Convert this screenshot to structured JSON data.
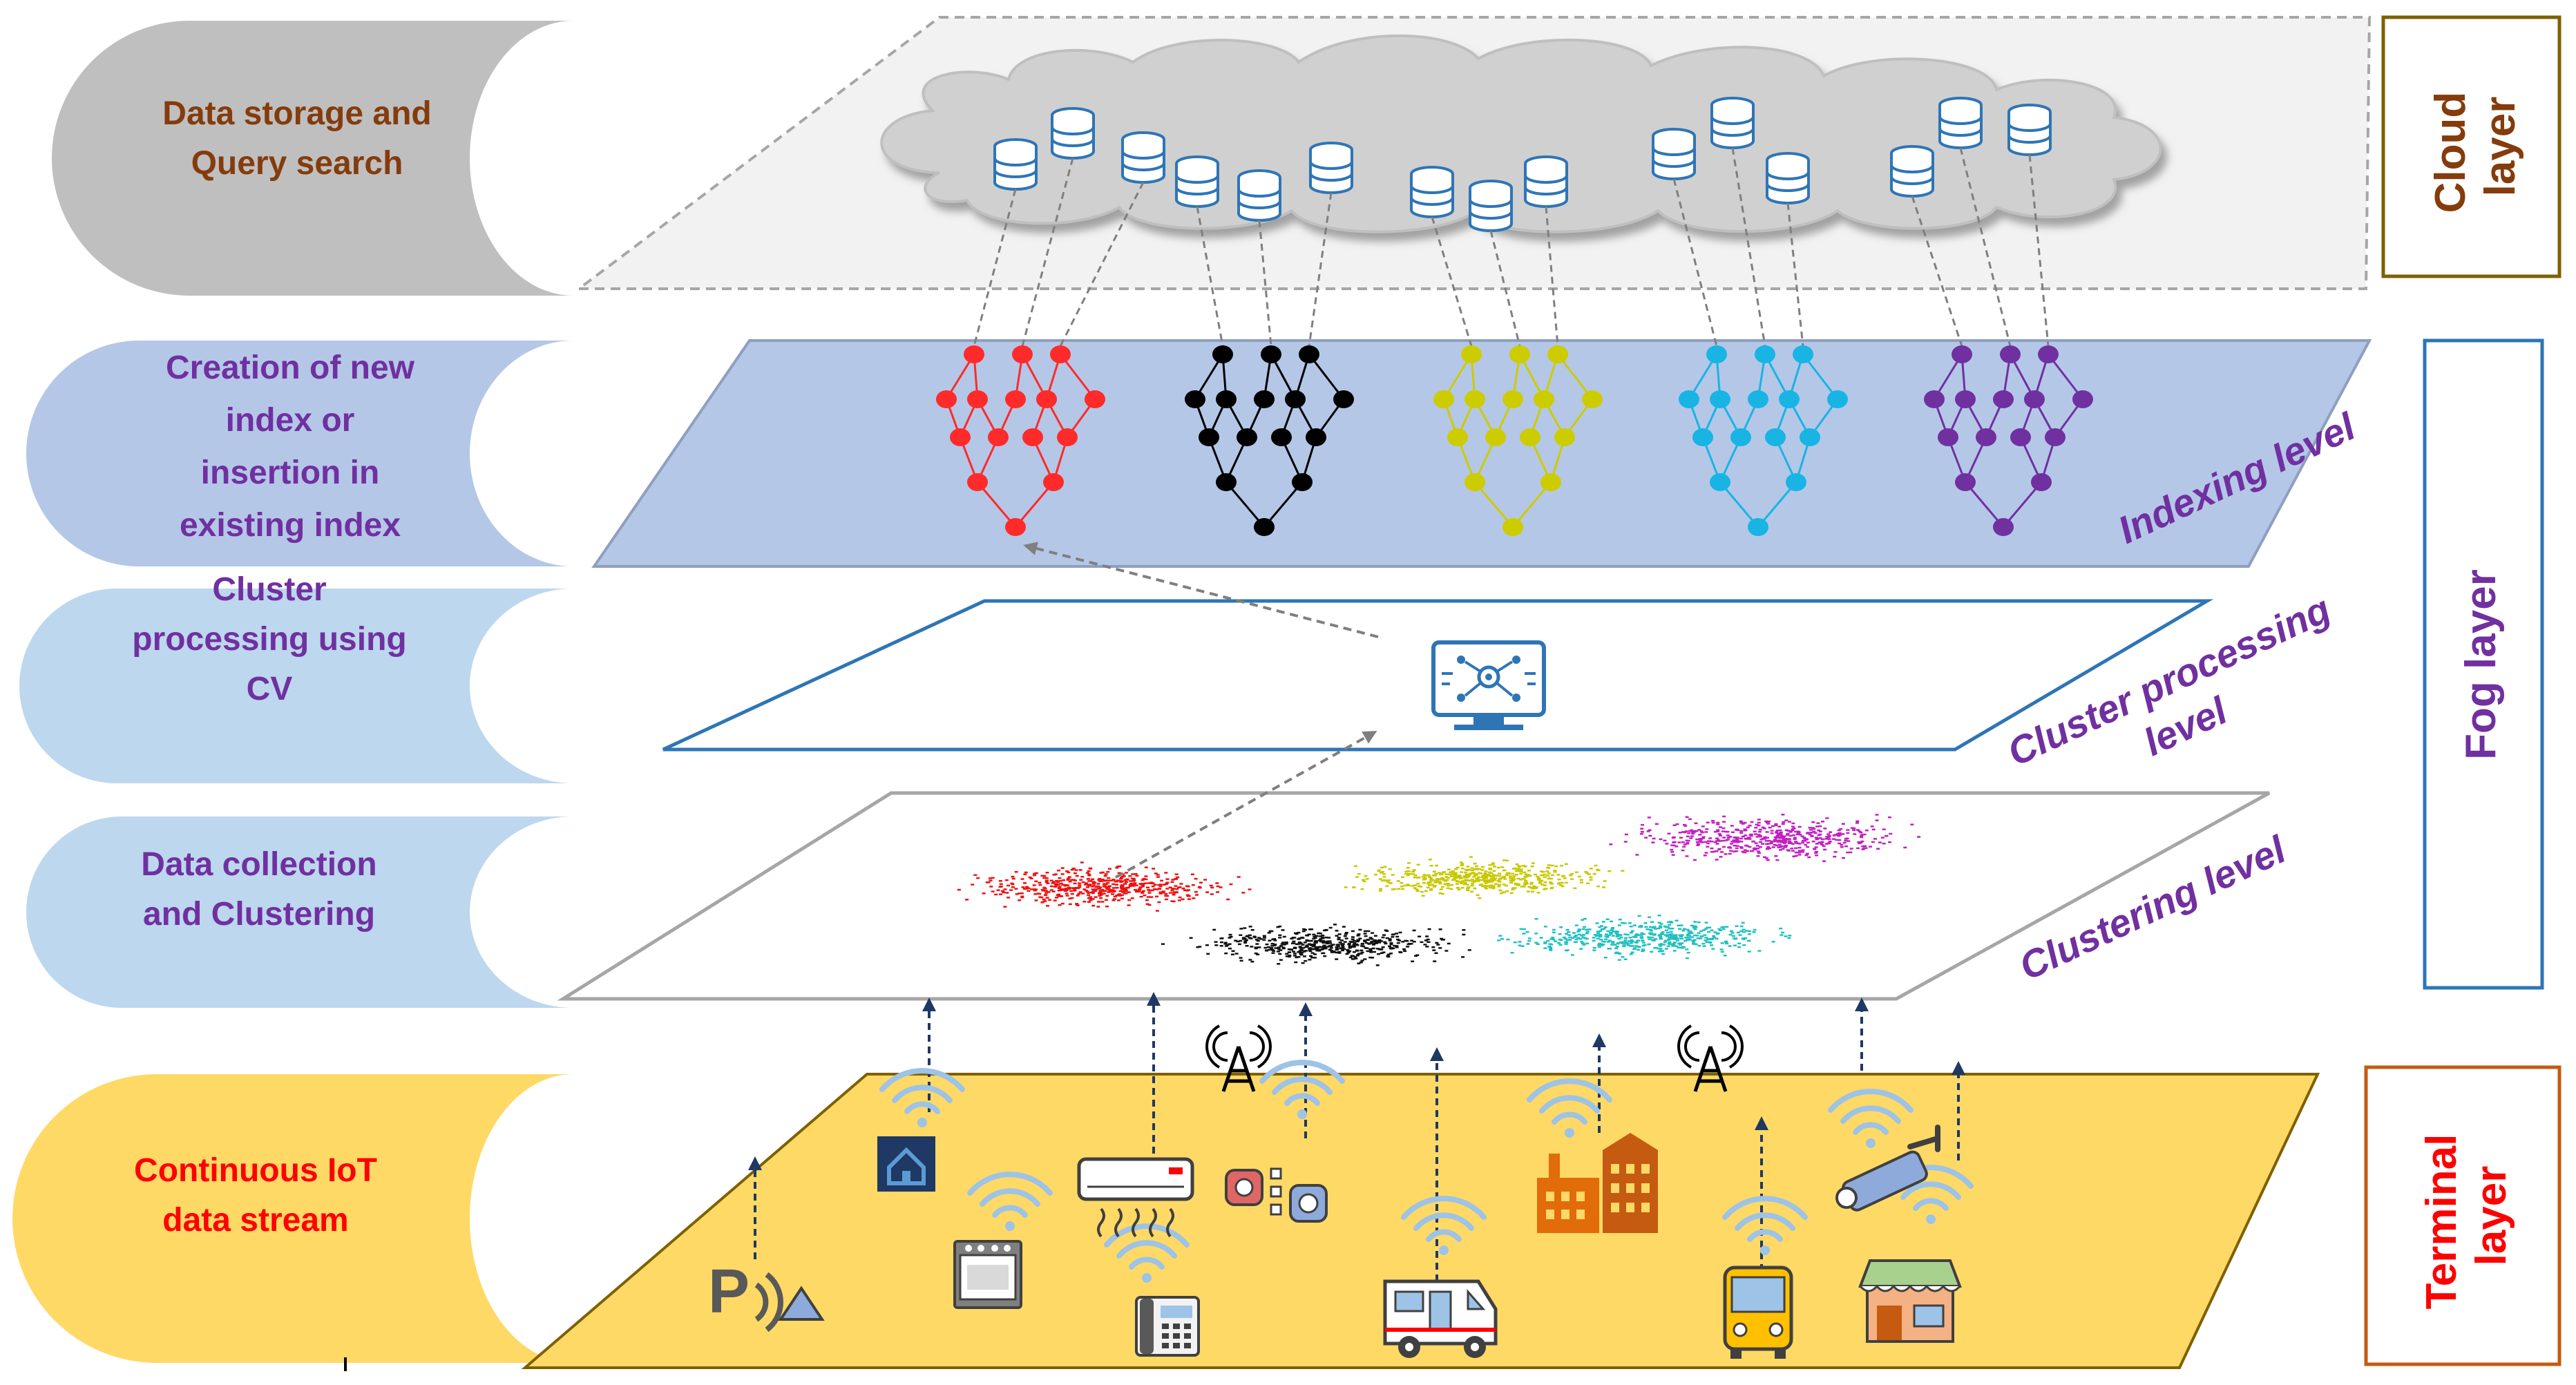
{
  "stages": [
    {
      "lines": [
        "Data storage and",
        "Query search"
      ],
      "fill": "#bfbfbf",
      "text_color": "#843c0c"
    },
    {
      "lines": [
        "Creation of new",
        "index or",
        "insertion in",
        "existing index"
      ],
      "fill": "#b4c7e7",
      "text_color": "#7030a0"
    },
    {
      "lines": [
        "Cluster",
        "processing using",
        "CV"
      ],
      "fill": "#bdd7ee",
      "text_color": "#7030a0"
    },
    {
      "lines": [
        "Data  collection",
        "and  Clustering"
      ],
      "fill": "#bdd7ee",
      "text_color": "#7030a0"
    },
    {
      "lines": [
        "Continuous IoT",
        "data stream"
      ],
      "fill": "#ffd966",
      "text_color": "#ff0000"
    }
  ],
  "levels": {
    "indexing": [
      "Indexing level"
    ],
    "cluster_processing": [
      "Cluster processing",
      "level"
    ],
    "clustering": [
      "Clustering level"
    ]
  },
  "side_layers": {
    "cloud": {
      "lines": [
        "Cloud",
        "layer"
      ],
      "color": "#843c0c",
      "border": "#7f6000"
    },
    "fog": {
      "lines": [
        "Fog layer"
      ],
      "color": "#7030a0",
      "border": "#2e75b6"
    },
    "terminal": {
      "lines": [
        "Terminal",
        "layer"
      ],
      "color": "#ff0000",
      "border": "#c55a11"
    }
  },
  "clusters": [
    {
      "color": "#ff2a2a"
    },
    {
      "color": "#000000"
    },
    {
      "color": "#cccc00"
    },
    {
      "color": "#18b4e4"
    },
    {
      "color": "#7030a0"
    }
  ],
  "scatter_colors": {
    "red": "#ee1111",
    "yellow": "#c8c800",
    "magenta": "#c020c0",
    "black": "#111111",
    "cyan": "#20c0c0"
  },
  "icons": {
    "database": "database-icon",
    "monitor": "cv-monitor-icon",
    "wifi": "wifi-icon",
    "tower": "antenna-tower-icon",
    "smart_home": "smart-home-icon",
    "oven": "oven-icon",
    "air_conditioner": "air-conditioner-icon",
    "telephone": "telephone-icon",
    "smart_devices": "smart-devices-icon",
    "camper_van": "camper-van-icon",
    "factory": "factory-icon",
    "bus": "bus-icon",
    "cctv": "cctv-camera-icon",
    "shop": "shop-icon",
    "parking": "parking-sensor-icon"
  }
}
